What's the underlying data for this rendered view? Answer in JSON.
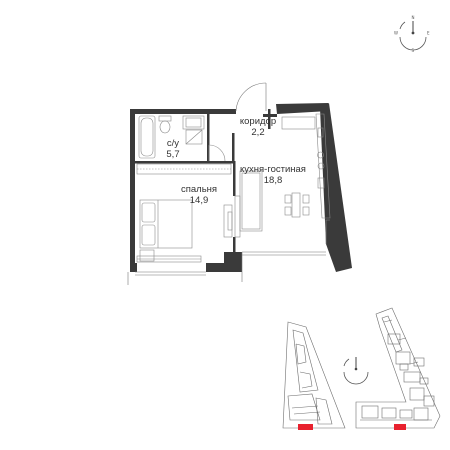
{
  "rooms": {
    "corridor": {
      "name": "коридор",
      "area": "2,2"
    },
    "bathroom": {
      "name": "с/у",
      "area": "5,7"
    },
    "kitchen_living": {
      "name": "кухня-гостиная",
      "area": "18,8"
    },
    "bedroom": {
      "name": "спальня",
      "area": "14,9"
    }
  },
  "compass": {
    "n": "N",
    "e": "E",
    "s": "S",
    "w": "W"
  },
  "colors": {
    "wall": "#3a3a3a",
    "furniture": "#8a8a8a",
    "highlight": "#e8212e",
    "site_lines": "#6e6e6e"
  },
  "icons": [
    "compass-rose-icon",
    "site-plan-minimap"
  ]
}
